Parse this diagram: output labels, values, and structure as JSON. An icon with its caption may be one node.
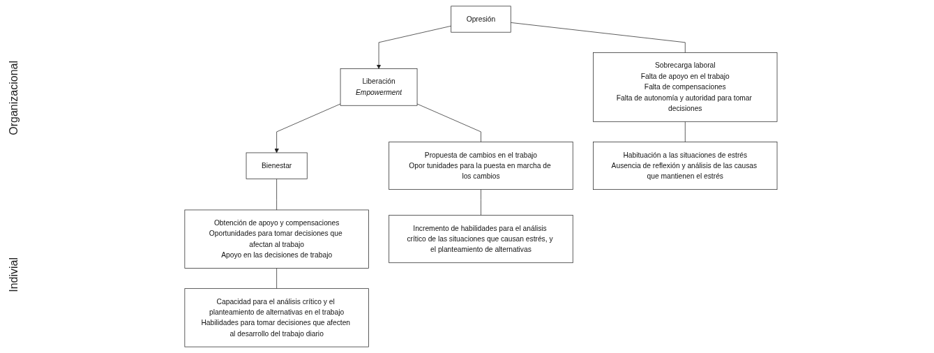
{
  "diagram": {
    "nodes": [
      {
        "text": [
          "Opresión"
        ]
      },
      {
        "text": [
          "Liberación",
          "Empowerment"
        ]
      },
      {
        "text": [
          "Bienestar"
        ]
      },
      {
        "text": [
          "Sobrecarga laboral",
          "Falta de apoyo en el trabajo",
          "Falta de compensaciones",
          "Falta de autonomía y autoridad para tomar decisiones"
        ]
      },
      {
        "text": [
          "Propuesta de cambios en el trabajo",
          "Opor tunidades para la puesta en marcha de los cambios"
        ]
      },
      {
        "text": [
          "Obtención de apoyo y compensaciones",
          "Oportunidades para tomar decisiones que afectan al trabajo",
          "Apoyo en las decisiones de trabajo"
        ]
      },
      {
        "text": [
          "Habituación a las situaciones de estrés",
          "Ausencia de reflexión y análisis de las causas que mantienen el estrés"
        ]
      },
      {
        "text": [
          "Incremento de habilidades para el análisis crítico de las situaciones que causan estrés, y el planteamiento de alternativas"
        ]
      },
      {
        "text": [
          "Capacidad para el análisis crítico y el planteamiento de alternativas en el trabajo",
          "Habilidades para tomar decisiones que afecten al desarrollo del trabajo diario"
        ]
      }
    ],
    "edges": [
      {
        "from": 0,
        "to": 1,
        "arrow": "to"
      },
      {
        "from": 1,
        "to": 2,
        "arrow": "to"
      },
      {
        "from": 0,
        "to": 3,
        "arrow": "none"
      },
      {
        "from": 3,
        "to": 6,
        "arrow": "none"
      },
      {
        "from": 1,
        "to": 4,
        "arrow": "none"
      },
      {
        "from": 4,
        "to": 7,
        "arrow": "none"
      },
      {
        "from": 2,
        "to": 5,
        "arrow": "none"
      },
      {
        "from": 5,
        "to": 8,
        "arrow": "none"
      }
    ],
    "labels": [
      "Organizacional",
      "Indivial"
    ]
  }
}
